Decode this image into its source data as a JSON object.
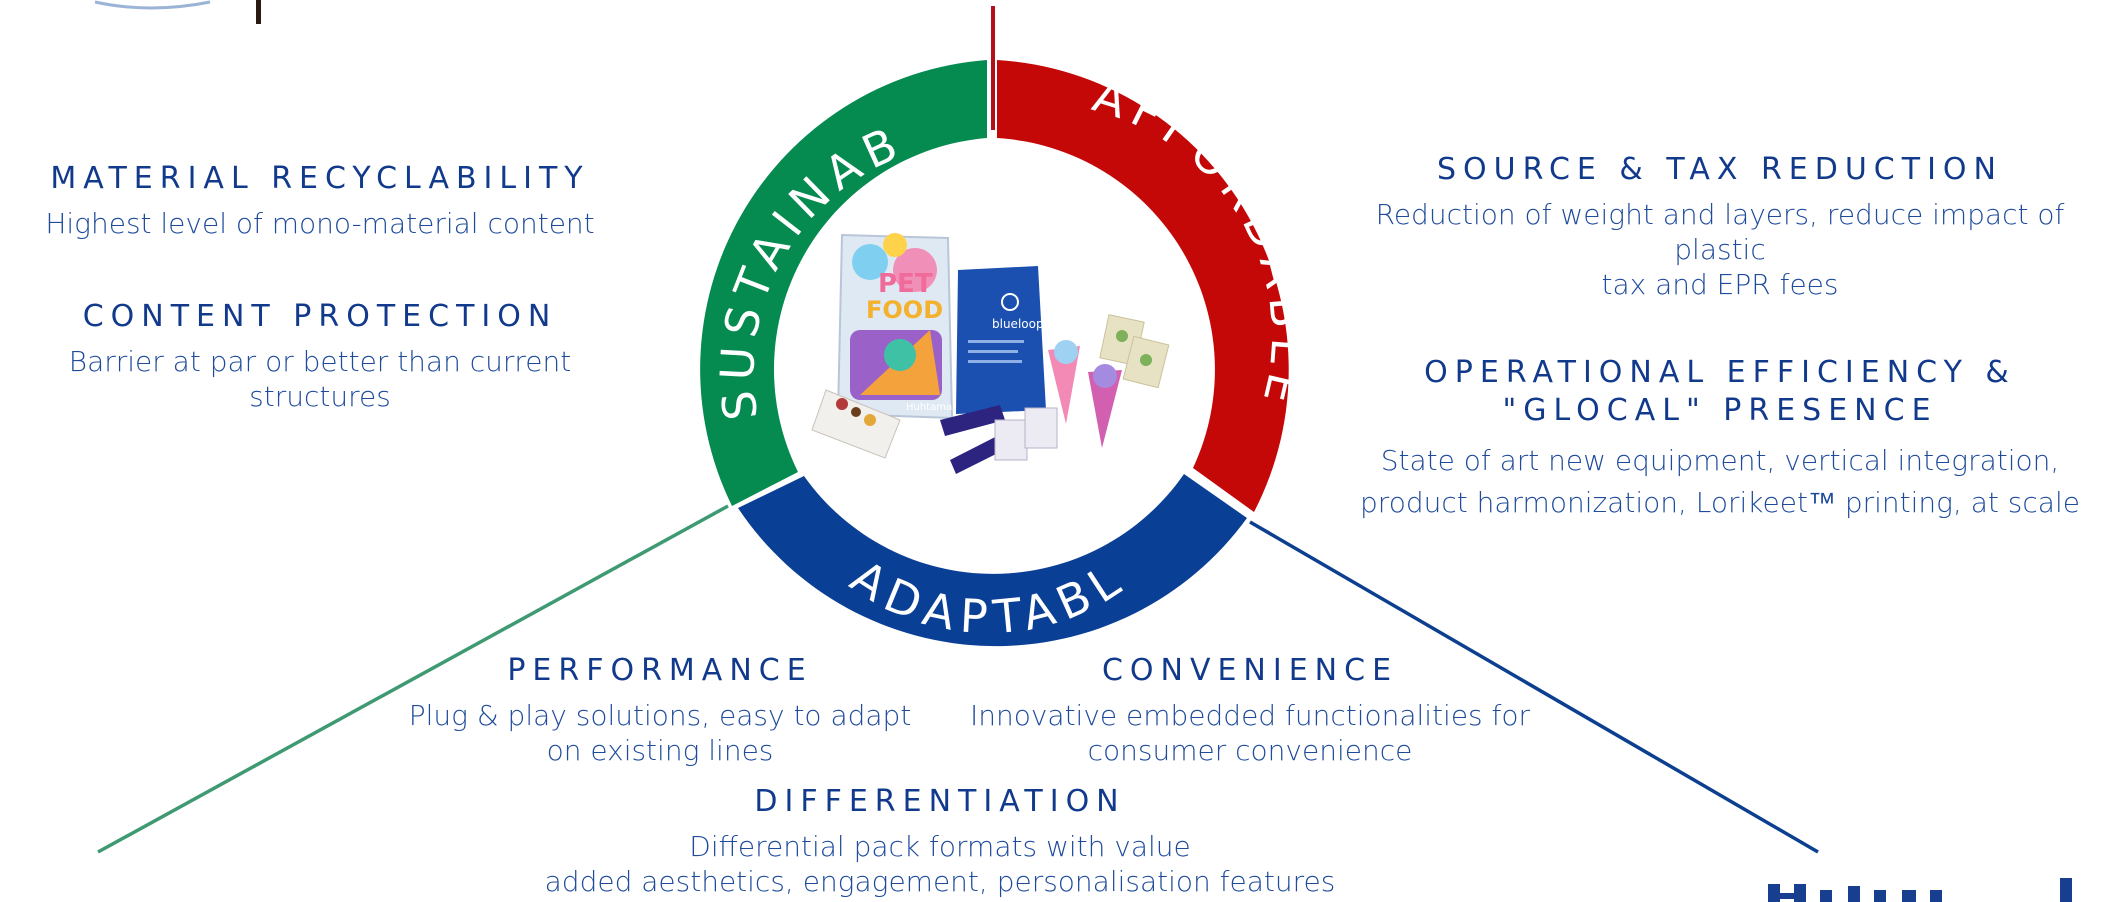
{
  "ring": {
    "sustainable": "SUSTAINABLE",
    "affordable": "AFFORDABLE",
    "adaptable": "ADAPTABLE"
  },
  "colors": {
    "sustainable": "#058a4f",
    "affordable": "#c40808",
    "adaptable": "#0a3f96",
    "text": "#123a8c",
    "green_line": "#3f9a73",
    "blue_line": "#0c3f8f",
    "red_line": "#b4101a"
  },
  "left": {
    "material": {
      "title": "MATERIAL RECYCLABILITY",
      "desc": "Highest level of mono-material content"
    },
    "protection": {
      "title": "CONTENT PROTECTION",
      "desc": "Barrier at par or better than current structures"
    }
  },
  "right": {
    "source": {
      "title": "SOURCE & TAX REDUCTION",
      "desc_line1": "Reduction of weight and layers, reduce impact of plastic",
      "desc_line2": "tax and EPR fees"
    },
    "operational": {
      "title_line1": "OPERATIONAL EFFICIENCY &",
      "title_line2": "\"GLOCAL\" PRESENCE",
      "desc_line1": "State of art new equipment, vertical integration,",
      "desc_line2": "product harmonization, Lorikeet™ printing, at scale"
    }
  },
  "bottom": {
    "performance": {
      "title": "PERFORMANCE",
      "desc_line1": "Plug & play solutions, easy to adapt",
      "desc_line2": "on existing lines"
    },
    "convenience": {
      "title": "CONVENIENCE",
      "desc_line1": "Innovative embedded functionalities for",
      "desc_line2": "consumer convenience"
    },
    "differentiation": {
      "title": "DIFFERENTIATION",
      "desc_line1": "Differential pack formats with value",
      "desc_line2": "added aesthetics, engagement, personalisation features"
    }
  },
  "product": {
    "pet": "PET",
    "food": "FOOD",
    "brand": "Huhtamaki",
    "blueloop": "blueloop"
  }
}
